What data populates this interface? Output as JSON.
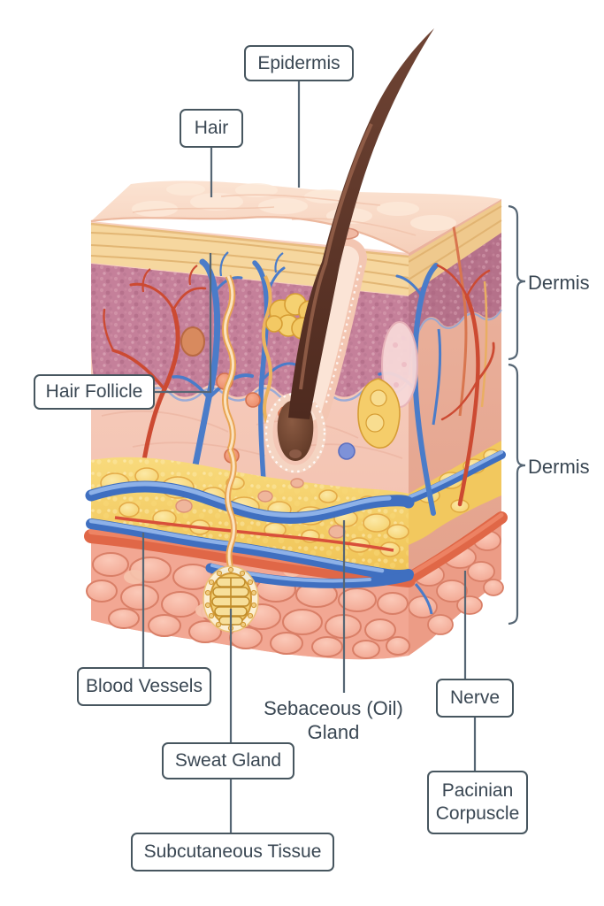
{
  "labels": {
    "epidermis": "Epidermis",
    "hair": "Hair",
    "dermis_upper": "Dermis",
    "dermis_lower": "Dermis",
    "hair_follicle": "Hair Follicle",
    "blood_vessels": "Blood Vessels",
    "sebaceous_gland": "Sebaceous (Oil) Gland",
    "sweat_gland": "Sweat Gland",
    "nerve": "Nerve",
    "pacinian_corpuscle": "Pacinian Corpuscle",
    "subcutaneous_tissue": "Subcutaneous Tissue"
  },
  "colors": {
    "background": "#ffffff",
    "label_border": "#47565f",
    "label_text": "#3a4753",
    "leader_line": "#566674",
    "skin_surface": "#f8d8c5",
    "stratum_corneum": "#f5d69d",
    "epidermis_layer": "#c5809a",
    "dermis_layer": "#f5cabb",
    "fat_layer": "#f5d068",
    "subcutaneous_layer": "#f2a793",
    "artery_red": "#cc4a32",
    "vein_blue": "#4a7cc9",
    "hair_brown": "#5f332a",
    "gland_yellow": "#f3c964"
  }
}
